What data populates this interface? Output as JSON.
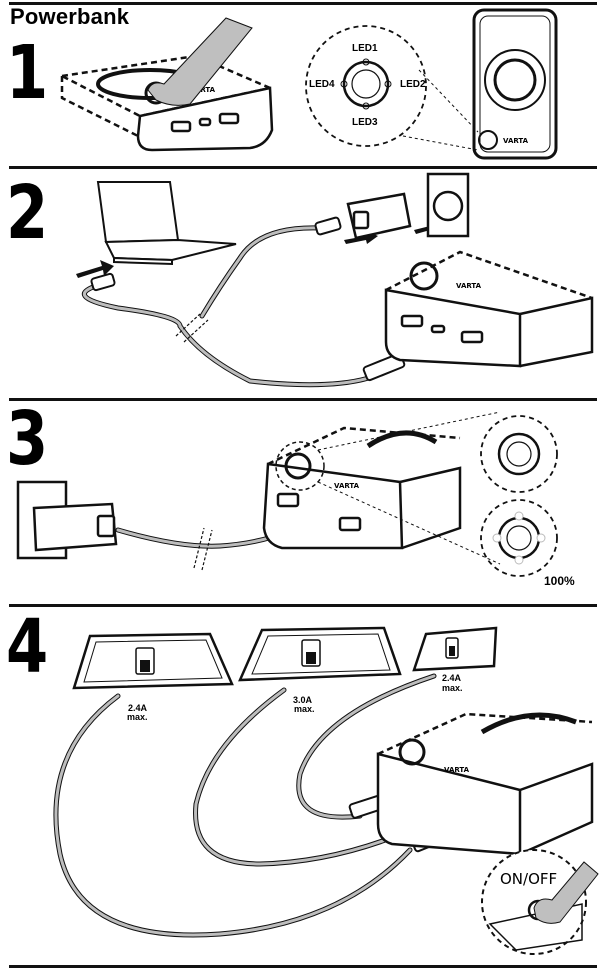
{
  "header": {
    "title": "Powerbank"
  },
  "steps": [
    {
      "number": "1",
      "leds": [
        "LED1",
        "LED2",
        "LED3",
        "LED4"
      ]
    },
    {
      "number": "2"
    },
    {
      "number": "3",
      "charge_label": "100%"
    },
    {
      "number": "4",
      "outputs": [
        {
          "current": "2.4A",
          "note": "max."
        },
        {
          "current": "3.0A",
          "note": "max."
        },
        {
          "current": "2.4A",
          "note": "max."
        }
      ],
      "switch_label": "ON/OFF"
    }
  ],
  "brand": "VARTA",
  "colors": {
    "ink": "#111111",
    "cable": "#bdbdbd",
    "finger": "#bfbfbf",
    "panel": "#f2f2f2"
  }
}
